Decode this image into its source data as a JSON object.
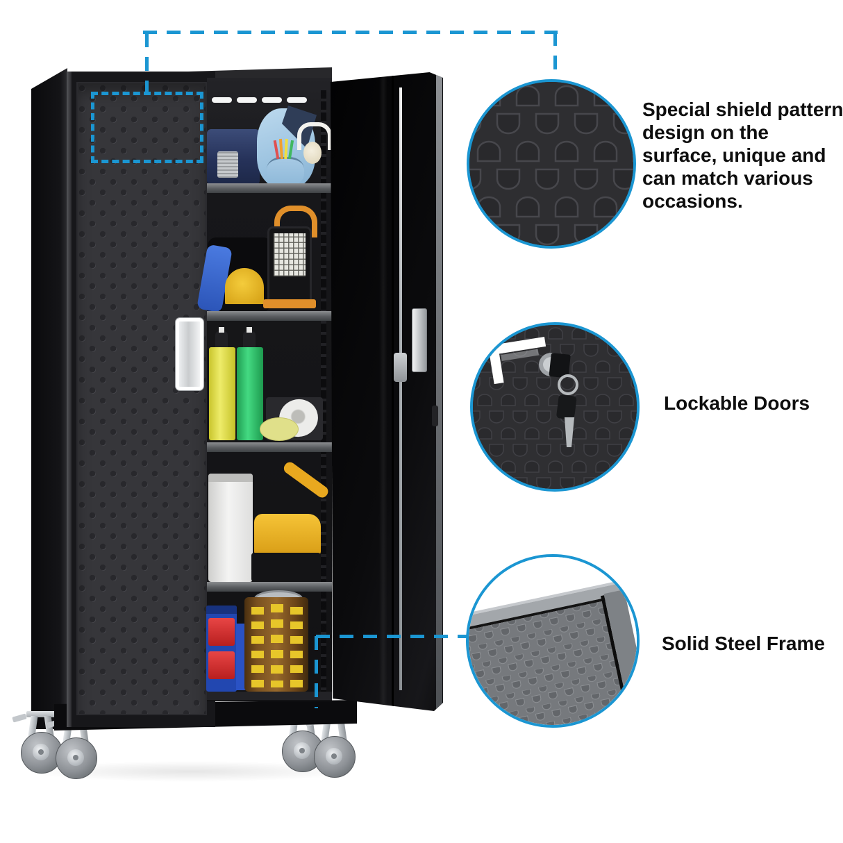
{
  "accent_color": "#1b96d2",
  "background_color": "#ffffff",
  "callouts": [
    {
      "id": "shield-pattern",
      "label": "Special shield pattern design on the surface, unique and can match various occasions.",
      "lines": [
        "Special shield pattern",
        "design on the",
        "surface, unique and",
        "can match various",
        "occasions."
      ]
    },
    {
      "id": "lockable-doors",
      "label": "Lockable Doors"
    },
    {
      "id": "solid-steel-frame",
      "label": "Solid Steel Frame"
    }
  ],
  "product": {
    "kind": "rolling-steel-storage-cabinet",
    "color": "black",
    "door_state": "right-door-open",
    "caster_count": 4,
    "shelf_items": [
      [
        "navy-toolbox",
        "light-blue-backpack",
        "white-headphones",
        "colored-pencils"
      ],
      [
        "blue-power-tool",
        "yellow-tape-measure",
        "led-work-light-orange-handle"
      ],
      [
        "yellow-spray-bottle",
        "green-spray-bottle",
        "white-tape-roll",
        "yellow-tape-roll"
      ],
      [
        "white-storage-bin",
        "yellow-staple-gun"
      ],
      [
        "blue-organizer-red-drawers",
        "wooden-label-carousel"
      ]
    ]
  }
}
